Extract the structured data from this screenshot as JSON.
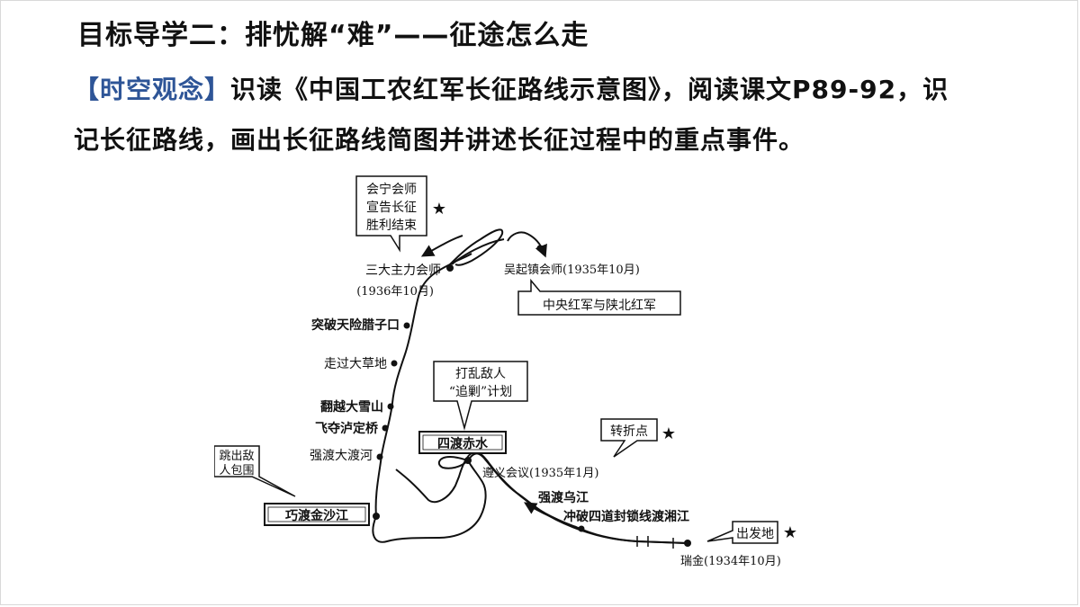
{
  "title": "目标导学二：排忧解“难”——征途怎么走",
  "task": {
    "concept": "【时空观念】",
    "text": "识读《中国工农红军长征路线示意图》，阅读课文P89-92，识记长征路线，画出长征路线简图并讲述长征过程中的重点事件。"
  },
  "map": {
    "huining_box": [
      "会宁会师",
      "宣告长征",
      "胜利结束"
    ],
    "three_armies": [
      "三大主力会师",
      "(1936年10月)"
    ],
    "wuqi": "吴起镇会师(1935年10月)",
    "central_shaanbei": "中央红军与陕北红军",
    "tianxian": "突破天险腊子口",
    "caodi": "走过大草地",
    "xueshan": "翻越大雪山",
    "luding": "飞夺泸定桥",
    "dadu": "强渡大渡河",
    "escape_box": [
      "跳出敌",
      "人包围"
    ],
    "jinsha": "巧渡金沙江",
    "disrupt_box": [
      "打乱敌人",
      "“追剿”计划"
    ],
    "chishui": "四渡赤水",
    "turning": "转折点",
    "zunyi": "遵义会议(1935年1月)",
    "wujiang": "强渡乌江",
    "xiangjiang": "冲破四道封锁线渡湘江",
    "start": "出发地",
    "ruijin": "瑞金(1934年10月)",
    "star": "★"
  }
}
